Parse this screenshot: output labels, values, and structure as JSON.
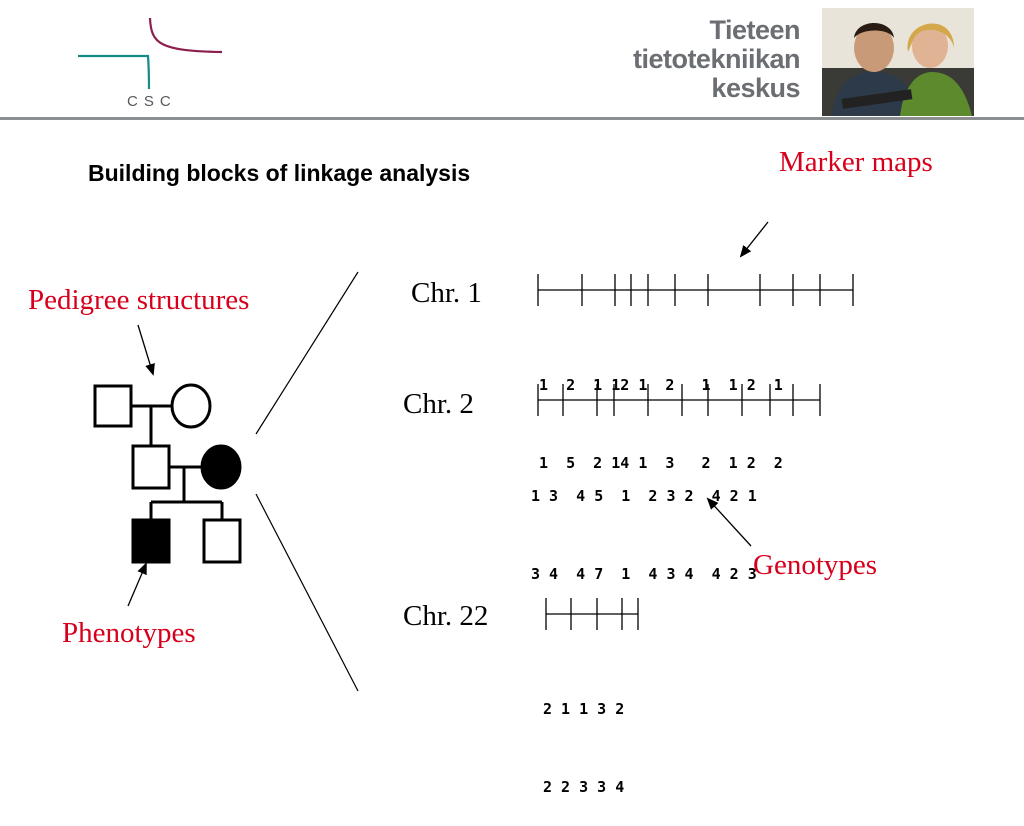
{
  "header": {
    "logo_text": "CSC",
    "brand_lines": [
      "Tieteen",
      "tietotekniikan",
      "keskus"
    ],
    "photo_icon": "people-photo-icon"
  },
  "slide": {
    "title": "Building blocks of linkage analysis",
    "labels": {
      "marker_maps": "Marker maps",
      "pedigree_structures": "Pedigree structures",
      "phenotypes": "Phenotypes",
      "genotypes": "Genotypes"
    },
    "chromosomes": [
      {
        "label": "Chr. 1",
        "genotype_rows": [
          "1  2  1 12 1  2   1  1 2  1",
          "1  5  2 14 1  3   2  1 2  2"
        ]
      },
      {
        "label": "Chr. 2",
        "genotype_rows": [
          "1 3  4 5  1  2 3 2  4 2 1",
          "3 4  4 7  1  4 3 4  4 2 3"
        ]
      },
      {
        "label": "Chr. 22",
        "genotype_rows": [
          "2 1 1 3 2",
          "2 2 3 3 4"
        ]
      }
    ]
  },
  "colors": {
    "accent_red": "#d7001c",
    "logo_teal": "#138c8a",
    "logo_magenta": "#8c1f4f",
    "divider": "#8c8f92"
  }
}
